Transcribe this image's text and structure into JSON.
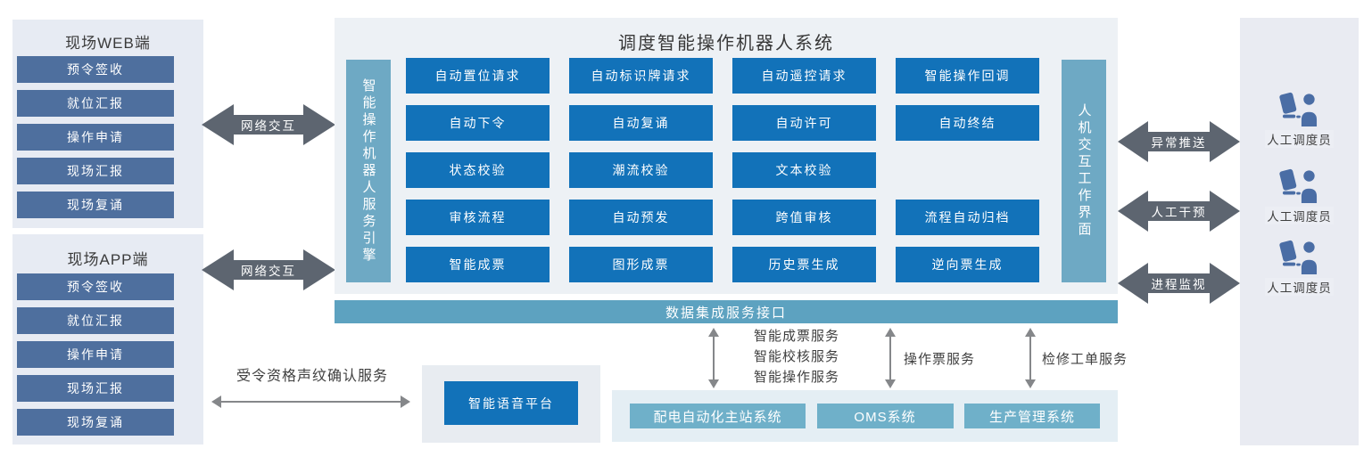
{
  "colors": {
    "grid_button_blue": "#1272b9",
    "client_button_slate": "#4e6f9e",
    "strip_teal": "#6ea9c4",
    "data_bar_teal": "#5da2c0",
    "system_chip_teal": "#6fb0c9",
    "fat_arrow_gray": "#5d6570",
    "thin_arrow_gray": "#85878a",
    "panel_bg": "#edf1f5"
  },
  "web_panel": {
    "title": "现场WEB端",
    "items": [
      "预令签收",
      "就位汇报",
      "操作申请",
      "现场汇报",
      "现场复诵"
    ]
  },
  "app_panel": {
    "title": "现场APP端",
    "items": [
      "预令签收",
      "就位汇报",
      "操作申请",
      "现场汇报",
      "现场复诵"
    ]
  },
  "network_arrows": [
    {
      "label": "网络交互"
    },
    {
      "label": "网络交互"
    }
  ],
  "main_system": {
    "title": "调度智能操作机器人系统",
    "left_strip": "智能操作机器人服务引擎",
    "right_strip": "人机交互工作界面",
    "grid": [
      [
        "自动置位请求",
        "自动标识牌请求",
        "自动遥控请求",
        "智能操作回调"
      ],
      [
        "自动下令",
        "自动复诵",
        "自动许可",
        "自动终结"
      ],
      [
        "状态校验",
        "潮流校验",
        "文本校验",
        ""
      ],
      [
        "审核流程",
        "自动预发",
        "跨值审核",
        "流程自动归档"
      ],
      [
        "智能成票",
        "图形成票",
        "历史票生成",
        "逆向票生成"
      ]
    ]
  },
  "right_arrows": [
    {
      "label": "异常推送"
    },
    {
      "label": "人工干预"
    },
    {
      "label": "进程监视"
    }
  ],
  "operators": {
    "label": "人工调度员"
  },
  "data_bar": {
    "label": "数据集成服务接口"
  },
  "integration_services": {
    "group1": [
      "智能成票服务",
      "智能校核服务",
      "智能操作服务"
    ],
    "group2": "操作票服务",
    "group3": "检修工单服务"
  },
  "bottom_systems": {
    "items": [
      "配电自动化主站系统",
      "OMS系统",
      "生产管理系统"
    ]
  },
  "voice": {
    "platform": "智能语音平台",
    "service_label": "受令资格声纹确认服务"
  }
}
